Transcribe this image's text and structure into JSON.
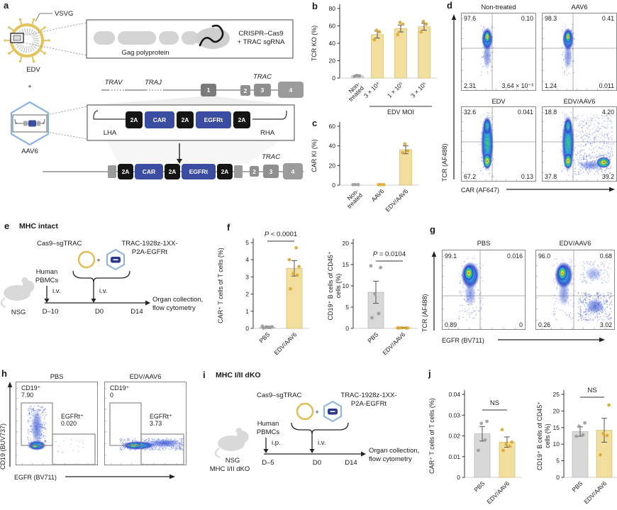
{
  "panel_letters": {
    "a": "a",
    "b": "b",
    "c": "c",
    "d": "d",
    "e": "e",
    "f": "f",
    "g": "g",
    "h": "h",
    "i": "i",
    "j": "j"
  },
  "colors": {
    "bar_yellow": "#f2df9d",
    "bar_gray": "#d8d8d8",
    "dot_yellow": "#d8a833",
    "dot_gray": "#9b9b9b",
    "cassette_blue": "#3b4da0",
    "aav_blue": "#8ab4dd",
    "edv_gold": "#e3c35c"
  },
  "panel_a": {
    "vsvg_label": "VSVG",
    "edv_label": "EDV",
    "plus": "+",
    "aav6_label": "AAV6",
    "gag_label": "Gag polyprotein",
    "crispr_line1": "CRISPR–Cas9",
    "crispr_line2": "+ TRAC sgRNA",
    "trav": "TRAV",
    "traj": "TRAJ",
    "trac": "TRAC",
    "exon1": "1",
    "exon2": "2",
    "exon3": "3",
    "exon4": "4",
    "lha": "LHA",
    "rha": "RHA",
    "cas_2a_1": "2A",
    "cas_car": "CAR",
    "cas_2a_2": "2A",
    "cas_egfrt": "EGFRt",
    "cas_2a_3": "2A",
    "int_2a_1": "2A",
    "int_car": "CAR",
    "int_2a_2": "2A",
    "int_egfrt": "EGFRt",
    "int_2a_3": "2A",
    "int_exon2": "2",
    "int_exon3": "3",
    "int_exon4": "4",
    "int_trac": "TRAC"
  },
  "panel_e": {
    "title": "MHC intact",
    "cas9_label": "Cas9–sgTRAC",
    "payload_line1": "TRAC-1928z-1XX-",
    "payload_line2": "P2A-EGFRt",
    "plus": "+",
    "pbmc_line1": "Human",
    "pbmc_line2": "PBMCs",
    "route_pbmc": "i.v.",
    "route_edv": "i.v.",
    "mouse_label": "NSG",
    "day1": "D–10",
    "day2": "D0",
    "day3": "D14",
    "collect_line1": "Organ collection,",
    "collect_line2": "flow cytometry"
  },
  "panel_i": {
    "title": "MHC I/II dKO",
    "cas9_label": "Cas9–sgTRAC",
    "payload_line1": "TRAC-1928z-1XX-",
    "payload_line2": "P2A-EGFRt",
    "plus": "+",
    "pbmc_line1": "Human",
    "pbmc_line2": "PBMCs",
    "route_pbmc": "i.p.",
    "route_edv": "i.v.",
    "mouse_line1": "NSG",
    "mouse_line2": "MHC I/II dKO",
    "day1": "D–5",
    "day2": "D0",
    "day3": "D14",
    "collect_line1": "Organ collection,",
    "collect_line2": "flow cytometry"
  },
  "flow_d": {
    "ylabel": "TCR (AF488)",
    "xlabel": "CAR (AF647)",
    "plots": [
      {
        "title": "Non-treated",
        "ul": "97.6",
        "ur": "0.10",
        "ll": "2.31",
        "lr": "3.64 × 10⁻³"
      },
      {
        "title": "AAV6",
        "ul": "98.3",
        "ur": "0.41",
        "ll": "1.24",
        "lr": "0.011"
      },
      {
        "title": "EDV",
        "ul": "32.6",
        "ur": "0.041",
        "ll": "67.2",
        "lr": "0.13"
      },
      {
        "title": "EDV/AAV6",
        "ul": "18.8",
        "ur": "4.20",
        "ll": "37.8",
        "lr": "39.2"
      }
    ]
  },
  "flow_g": {
    "ylabel": "TCR (AF488)",
    "xlabel": "EGFR (BV711)",
    "plots": [
      {
        "title": "PBS",
        "ul": "99.1",
        "ur": "0.016",
        "ll": "0.89",
        "lr": "0"
      },
      {
        "title": "EDV/AAV6",
        "ul": "96.0",
        "ur": "0.68",
        "ll": "0.26",
        "lr": "3.02"
      }
    ]
  },
  "flow_h": {
    "ylabel": "CD19 (BUV737)",
    "xlabel": "EGFR (BV711)",
    "plots": [
      {
        "title": "PBS",
        "gate1_label": "CD19⁺",
        "gate1_value": "7.90",
        "gate2_label": "EGFRt⁺",
        "gate2_value": "0.020"
      },
      {
        "title": "EDV/AAV6",
        "gate1_label": "CD19⁺",
        "gate1_value": "0",
        "gate2_label": "EGFRt⁺",
        "gate2_value": "3.73"
      }
    ]
  },
  "chart_data": [
    {
      "id": "b",
      "panel": "b",
      "type": "bar",
      "title": "",
      "xlabel": "",
      "ylabel": "TCR KO (%)",
      "categories": [
        "Non-\ntreated",
        "3 × 10⁴",
        "1 × 10⁵",
        "3 × 10⁵"
      ],
      "values": [
        2.5,
        50,
        57,
        59
      ],
      "errors": [
        0.8,
        4,
        4,
        4
      ],
      "dots": [
        [
          2,
          2.5,
          3
        ],
        [
          44,
          53,
          55
        ],
        [
          50,
          62,
          64
        ],
        [
          53,
          62,
          65
        ]
      ],
      "bar_colors": [
        "gray",
        "yellow",
        "yellow",
        "yellow"
      ],
      "ylim": [
        0,
        80
      ],
      "yticks": [
        0,
        20,
        40,
        60,
        80
      ],
      "group_label": "EDV MOI"
    },
    {
      "id": "c",
      "panel": "c",
      "type": "bar",
      "title": "",
      "xlabel": "",
      "ylabel": "CAR KI (%)",
      "categories": [
        "Non-\ntreated",
        "AAV6",
        "EDV/AAV6"
      ],
      "values": [
        0.3,
        0.3,
        36
      ],
      "errors": [
        0,
        0,
        4
      ],
      "dots": [
        [
          0.5,
          0.5,
          0.5
        ],
        [
          0.5,
          0.5,
          0.5
        ],
        [
          33,
          35,
          42
        ]
      ],
      "bar_colors": [
        "gray",
        "yellow",
        "yellow"
      ],
      "ylim": [
        0,
        60
      ],
      "yticks": [
        0,
        20,
        40,
        60
      ]
    },
    {
      "id": "f_left",
      "panel": "f",
      "type": "bar",
      "title": "",
      "xlabel": "",
      "ylabel": "CAR⁺ T cells of T cells (%)",
      "categories": [
        "PBS",
        "EDV/AAV6"
      ],
      "values": [
        0.07,
        3.5
      ],
      "errors": [
        0.06,
        0.45
      ],
      "dots": [
        [
          0.02,
          0.05,
          0.08,
          0.1,
          0.13
        ],
        [
          2.3,
          3.1,
          3.2,
          3.6,
          4.0,
          4.7
        ]
      ],
      "bar_colors": [
        "gray",
        "yellow"
      ],
      "ylim": [
        0,
        5
      ],
      "yticks": [
        0,
        1,
        2,
        3,
        4,
        5
      ],
      "sig": "P < 0.0001"
    },
    {
      "id": "f_right",
      "panel": "f",
      "type": "bar",
      "title": "",
      "xlabel": "",
      "ylabel": "CD19⁺ B cells of CD45⁺\ncells (%)",
      "categories": [
        "PBS",
        "EDV/AAV6"
      ],
      "values": [
        8.5,
        0.15
      ],
      "errors": [
        2.6,
        0.1
      ],
      "dots": [
        [
          2.5,
          3.5,
          8.1,
          14.3,
          14.7
        ],
        [
          0.1,
          0.12,
          0.14,
          0.1,
          0.12
        ]
      ],
      "bar_colors": [
        "gray",
        "yellow"
      ],
      "ylim": [
        0,
        20
      ],
      "yticks": [
        0,
        5,
        10,
        15,
        20
      ],
      "sig": "P = 0.0104"
    },
    {
      "id": "j_left",
      "panel": "j",
      "type": "bar",
      "title": "",
      "xlabel": "",
      "ylabel": "CAR⁺ T cells of T cells (%)",
      "categories": [
        "PBS",
        "EDV/AAV6"
      ],
      "values": [
        0.021,
        0.017
      ],
      "errors": [
        0.0035,
        0.0025
      ],
      "dots": [
        [
          0.013,
          0.018,
          0.026,
          0.027
        ],
        [
          0.013,
          0.015,
          0.016,
          0.017,
          0.023
        ]
      ],
      "bar_colors": [
        "gray",
        "yellow"
      ],
      "ylim": [
        0,
        0.04
      ],
      "yticks": [
        0,
        0.01,
        0.02,
        0.03,
        0.04
      ],
      "sig": "NS"
    },
    {
      "id": "j_right",
      "panel": "j",
      "type": "bar",
      "title": "",
      "xlabel": "",
      "ylabel": "CD19⁺ B cells of CD45⁺\ncells (%)",
      "categories": [
        "PBS",
        "EDV/AAV6"
      ],
      "values": [
        13.8,
        14.2
      ],
      "errors": [
        1.4,
        3.6
      ],
      "dots": [
        [
          12.4,
          12.8,
          15.4,
          16.4
        ],
        [
          6.8,
          12.6,
          13.2,
          21.8
        ]
      ],
      "bar_colors": [
        "gray",
        "yellow"
      ],
      "ylim": [
        0,
        25
      ],
      "yticks": [
        0,
        5,
        10,
        15,
        20,
        25
      ],
      "sig": "NS"
    }
  ]
}
